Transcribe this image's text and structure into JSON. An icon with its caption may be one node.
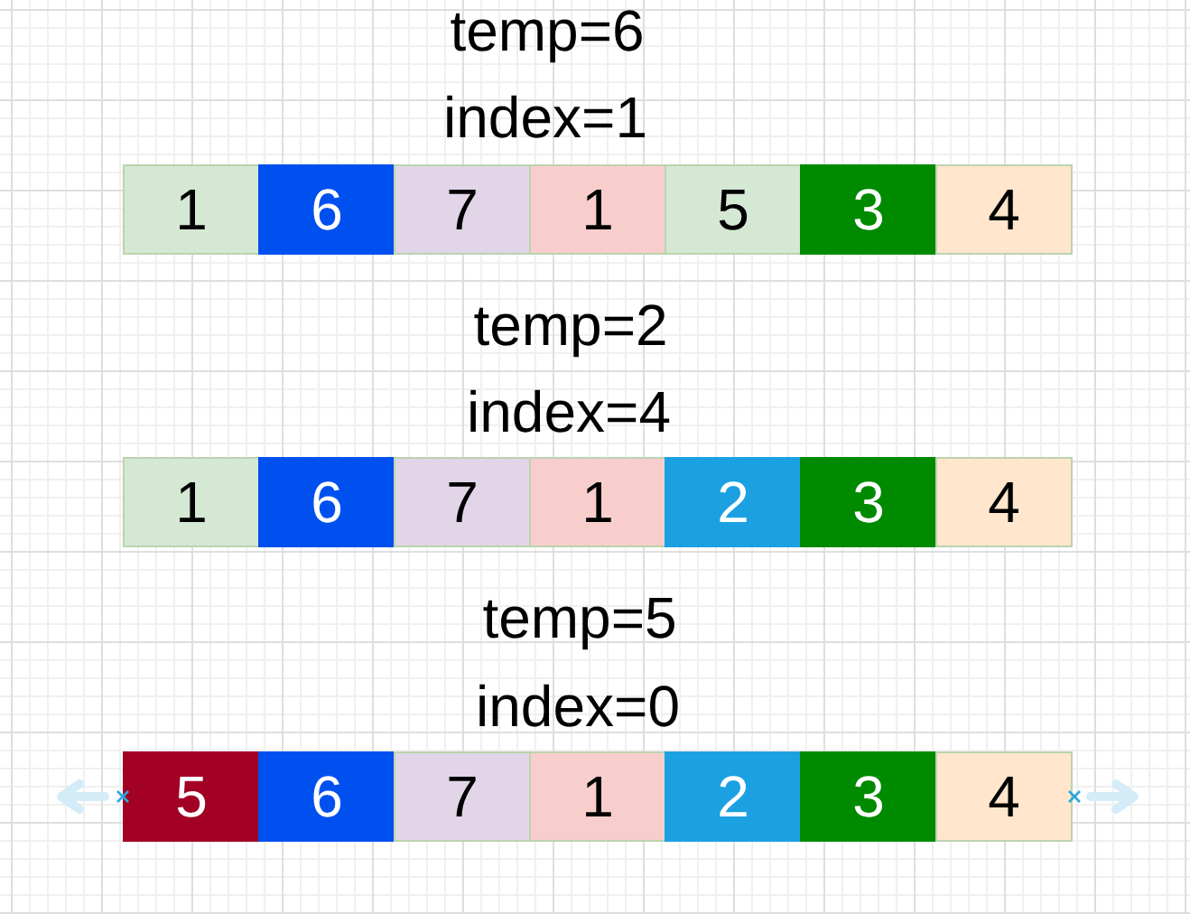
{
  "diagram": {
    "nodes": [
      {
        "text": [
          "1"
        ]
      },
      {
        "text": [
          "6"
        ]
      },
      {
        "text": [
          "7"
        ]
      },
      {
        "text": [
          "1"
        ]
      },
      {
        "text": [
          "5"
        ]
      },
      {
        "text": [
          "3"
        ]
      },
      {
        "text": [
          "4"
        ]
      },
      {
        "text": [
          "1"
        ]
      },
      {
        "text": [
          "6"
        ]
      },
      {
        "text": [
          "7"
        ]
      },
      {
        "text": [
          "1"
        ]
      },
      {
        "text": [
          "2"
        ]
      },
      {
        "text": [
          "3"
        ]
      },
      {
        "text": [
          "4"
        ]
      },
      {
        "text": [
          "5"
        ]
      },
      {
        "text": [
          "6"
        ]
      },
      {
        "text": [
          "7"
        ]
      },
      {
        "text": [
          "1"
        ]
      },
      {
        "text": [
          "2"
        ]
      },
      {
        "text": [
          "3"
        ]
      },
      {
        "text": [
          "4"
        ]
      }
    ],
    "labels": [
      "temp=6",
      "index=1",
      "temp=2",
      "index=4",
      "temp=5",
      "index=0"
    ]
  }
}
